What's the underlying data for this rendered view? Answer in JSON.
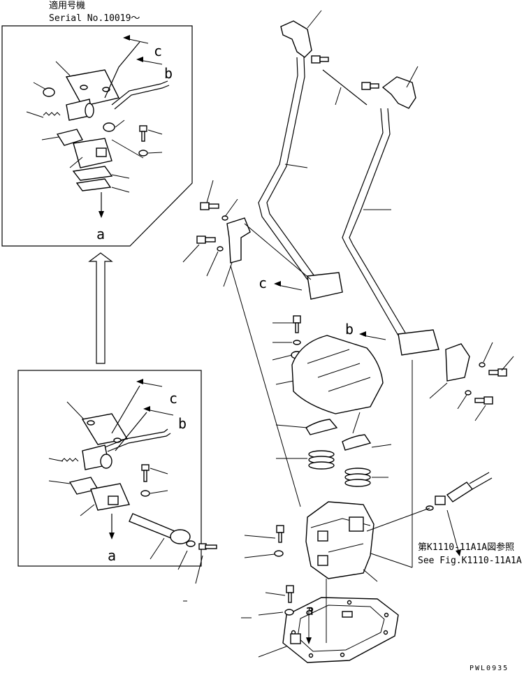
{
  "header": {
    "applicable_label": "適用号機",
    "serial_label": "Serial No.10019～"
  },
  "callout_letters": {
    "a": "a",
    "b": "b",
    "c": "c"
  },
  "reference": {
    "jp": "第K1110-11A1A図参照",
    "en": "See Fig.K1110-11A1A"
  },
  "drawing_code": "PWL0935"
}
